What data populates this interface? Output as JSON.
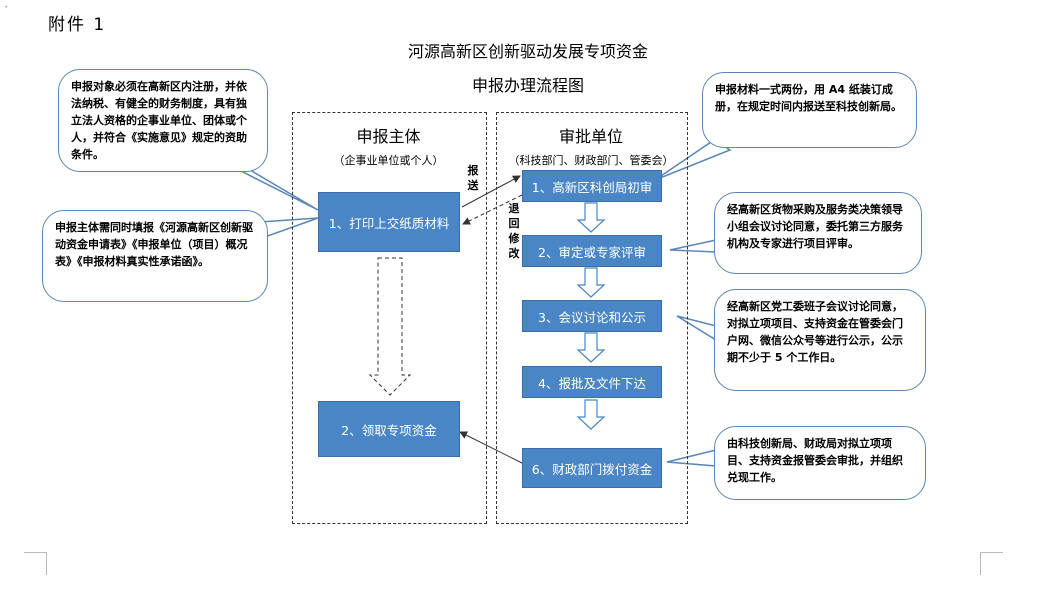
{
  "header": {
    "attachment_label": "附件 1",
    "title_line1": "河源高新区创新驱动发展专项资金",
    "title_line2": "申报办理流程图"
  },
  "left_column": {
    "title": "申报主体",
    "subtitle": "（企事业单位或个人）",
    "steps": [
      "1、打印上交纸质材料",
      "2、领取专项资金"
    ]
  },
  "right_column": {
    "title": "审批单位",
    "subtitle": "（科技部门、财政部门、管委会）",
    "steps": [
      "1、高新区科创局初审",
      "2、审定或专家评审",
      "3、会议讨论和公示",
      "4、报批及文件下达",
      "6、财政部门拨付资金"
    ]
  },
  "arrow_labels": {
    "submit": "报送",
    "return": "退回修改"
  },
  "callouts": {
    "eligibility": "申报对象必须在高新区内注册，并依法纳税、有健全的财务制度，具有独立法人资格的企事业单位、团体或个人，并符合《实施意见》规定的资助条件。",
    "forms": "申报主体需同时填报《河源高新区创新驱动资金申请表》《申报单位（项目）概况表》《申报材料真实性承诺函》。",
    "materials": "申报材料一式两份，用 A4 纸装订成册，在规定时间内报送至科技创新局。",
    "review": "经高新区货物采购及服务类决策领导小组会议讨论同意，委托第三方服务机构及专家进行项目评审。",
    "meeting": "经高新区党工委班子会议讨论同意，对拟立项项目、支持资金在管委会门户网、微信公众号等进行公示，公示期不少于 5 个工作日。",
    "funding": "由科技创新局、财政局对拟立项项目、支持资金报管委会审批，并组织兑现工作。"
  },
  "colors": {
    "step_fill": "#4a86c6",
    "callout_border": "#5b86b8"
  }
}
